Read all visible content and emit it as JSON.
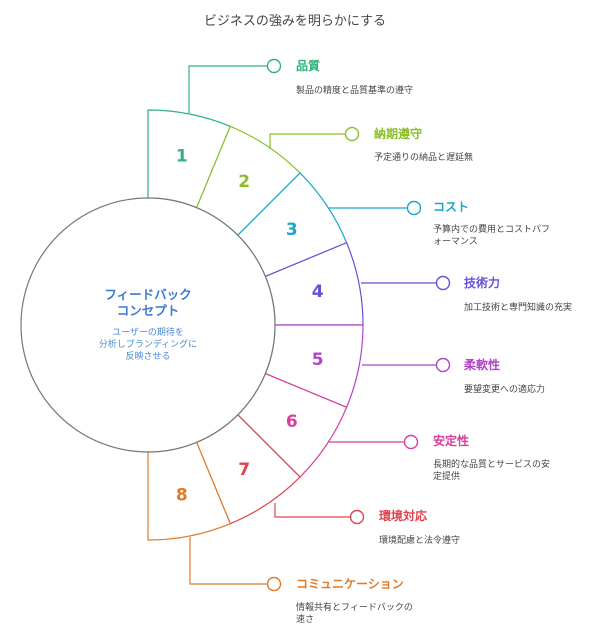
{
  "title": "ビジネスの強みを明らかにする",
  "center": {
    "title_lines": [
      "フィードバック",
      "コンセプト"
    ],
    "subtitle_lines": [
      "ユーザーの期待を",
      "分析しブランディングに",
      "反映させる"
    ]
  },
  "segments": [
    {
      "num": "1",
      "color": "#2fb37a",
      "title": "品質",
      "desc": [
        "製品の精度と品質基準の遵守"
      ]
    },
    {
      "num": "2",
      "color": "#8bbf2b",
      "title": "納期遵守",
      "desc": [
        "予定通りの納品と遅延無"
      ]
    },
    {
      "num": "3",
      "color": "#1aa5cf",
      "title": "コスト",
      "desc": [
        "予算内での費用とコストパフ",
        "ォーマンス"
      ]
    },
    {
      "num": "4",
      "color": "#6a4fd6",
      "title": "技術力",
      "desc": [
        "加工技術と専門知識の充実"
      ]
    },
    {
      "num": "5",
      "color": "#b044c9",
      "title": "柔軟性",
      "desc": [
        "要望変更への適応力"
      ]
    },
    {
      "num": "6",
      "color": "#d63f9b",
      "title": "安定性",
      "desc": [
        "長期的な品質とサービスの安",
        "定提供"
      ]
    },
    {
      "num": "7",
      "color": "#e0434f",
      "title": "環境対応",
      "desc": [
        "環境配慮と法令遵守"
      ]
    },
    {
      "num": "8",
      "color": "#e07a28",
      "title": "コミュニケーション",
      "desc": [
        "情報共有とフィードバックの",
        "速さ"
      ]
    }
  ]
}
